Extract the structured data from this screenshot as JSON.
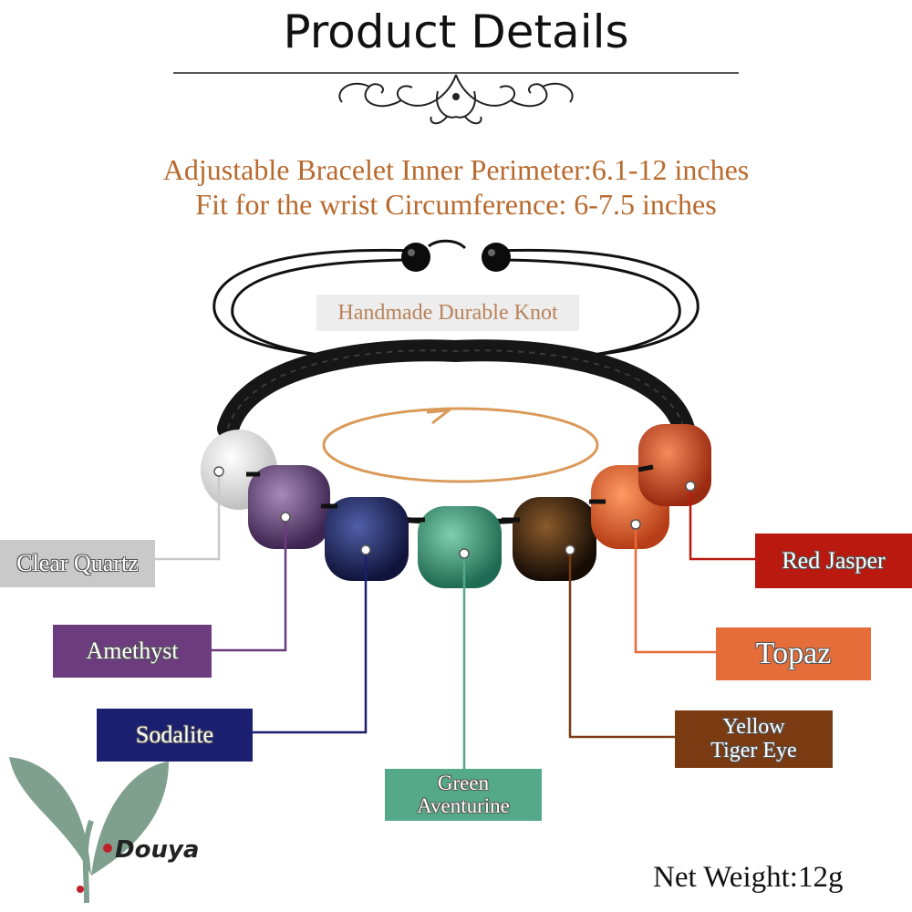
{
  "header": {
    "title": "Product Details"
  },
  "specs": {
    "line1": "Adjustable Bracelet Inner Perimeter:6.1-12 inches",
    "line2": "Fit for the wrist Circumference: 6-7.5 inches"
  },
  "knot_label": "Handmade Durable Knot",
  "stones": [
    {
      "name": "Clear Quartz",
      "color": "#cfcfcf"
    },
    {
      "name": "Amethyst",
      "color": "#6c3c7f"
    },
    {
      "name": "Sodalite",
      "color": "#1b1f70"
    },
    {
      "name": "Green Aventurine",
      "line1": "Green",
      "line2": "Aventurine",
      "color": "#55a98b"
    },
    {
      "name": "Yellow Tiger Eye",
      "line1": "Yellow",
      "line2": "Tiger Eye",
      "color": "#7a3a12"
    },
    {
      "name": "Topaz",
      "color": "#e56d3a"
    },
    {
      "name": "Red Jasper",
      "color": "#b9190f"
    }
  ],
  "net_weight": "Net Weight:12g",
  "brand": {
    "name": "Douya",
    "logo_color": "#7fa08f"
  }
}
